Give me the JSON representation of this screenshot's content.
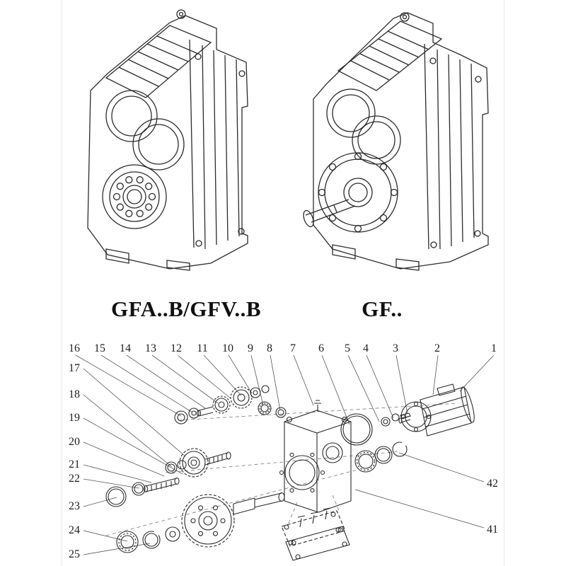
{
  "page": {
    "background": "#ffffff",
    "line_color": "#2b2b2b",
    "leader_color": "#555555"
  },
  "products": [
    {
      "label": "GFA..B/GFV..B"
    },
    {
      "label": "GF.."
    }
  ],
  "exploded": {
    "callouts_top": [
      "16",
      "15",
      "14",
      "13",
      "12",
      "11",
      "10",
      "9",
      "8",
      "7",
      "6",
      "5",
      "4",
      "3",
      "2",
      "1"
    ],
    "callouts_left": [
      "17",
      "18",
      "19",
      "20",
      "21",
      "22",
      "23",
      "24",
      "25"
    ],
    "callouts_right": [
      "42",
      "41"
    ]
  }
}
